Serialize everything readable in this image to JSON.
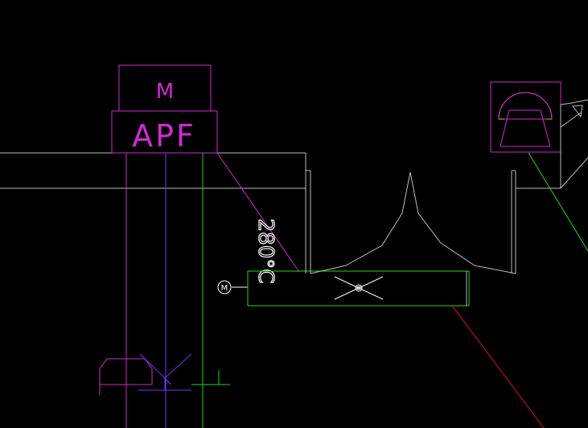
{
  "labels": {
    "motor": "M",
    "apf": "APF",
    "temperature": "280°C",
    "fan_symbol": "M"
  },
  "colors": {
    "background": "#000000",
    "magenta": "#d02ad0",
    "purple": "#7a30ff",
    "green": "#1fd61f",
    "red": "#e01010",
    "gray": "#bdbdbd",
    "white": "#ffffff",
    "yellow": "#e0c000"
  },
  "icons": [
    "motor-box",
    "apf-box",
    "filter-icon",
    "fan-icon",
    "burner-hood-icon",
    "flow-arrow-icon"
  ]
}
